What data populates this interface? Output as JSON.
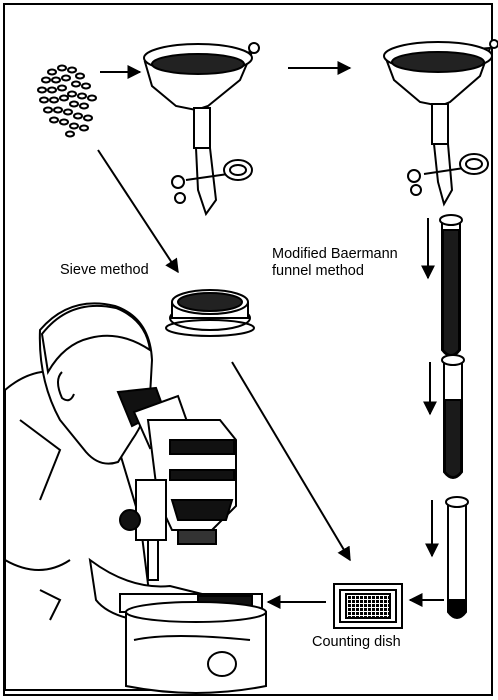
{
  "labels": {
    "baermann_line1": "Modified Baermann",
    "baermann_line2": "funnel method",
    "sieve": "Sieve method",
    "counting_dish": "Counting dish"
  },
  "colors": {
    "ink": "#000000",
    "paper": "#ffffff"
  }
}
